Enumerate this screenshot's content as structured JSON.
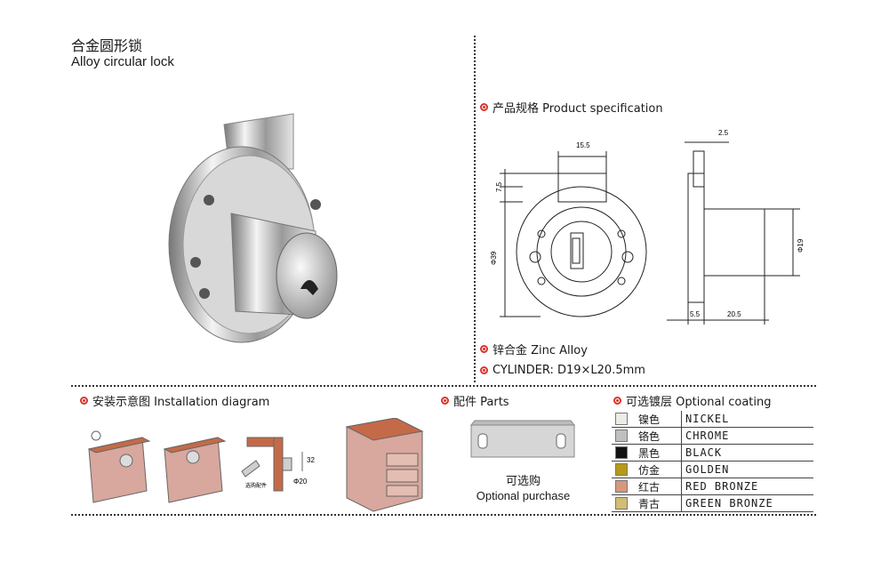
{
  "header": {
    "title_cn": "合金圆形锁",
    "title_en": "Alloy circular lock"
  },
  "spec": {
    "heading": "产品规格 Product specification",
    "dims": {
      "width_top": "15.5",
      "tab_height": "7.5",
      "diameter": "Φ39",
      "plate": "2.5",
      "cyl_dia": "Φ19",
      "base": "5.5",
      "length": "20.5"
    }
  },
  "material": "锌合金 Zinc Alloy",
  "cylinder": "CYLINDER: D19×L20.5mm",
  "install": {
    "heading": "安装示意图 Installation diagram",
    "dim_32": "32",
    "dim_d20": "Φ20",
    "part_label": "选购配件"
  },
  "parts": {
    "heading": "配件 Parts",
    "caption_cn": "可选购",
    "caption_en": "Optional purchase"
  },
  "coating": {
    "heading": "可选镀层 Optional coating",
    "rows": [
      {
        "cn": "镍色",
        "en": "NICKEL",
        "color": "#ecebe6"
      },
      {
        "cn": "铬色",
        "en": "CHROME",
        "color": "#bfbfbf"
      },
      {
        "cn": "黑色",
        "en": "BLACK",
        "color": "#111111"
      },
      {
        "cn": "仿金",
        "en": "GOLDEN",
        "color": "#b79a14"
      },
      {
        "cn": "红古",
        "en": "RED BRONZE",
        "color": "#d6987c"
      },
      {
        "cn": "青古",
        "en": "GREEN BRONZE",
        "color": "#d2bd74"
      }
    ]
  }
}
